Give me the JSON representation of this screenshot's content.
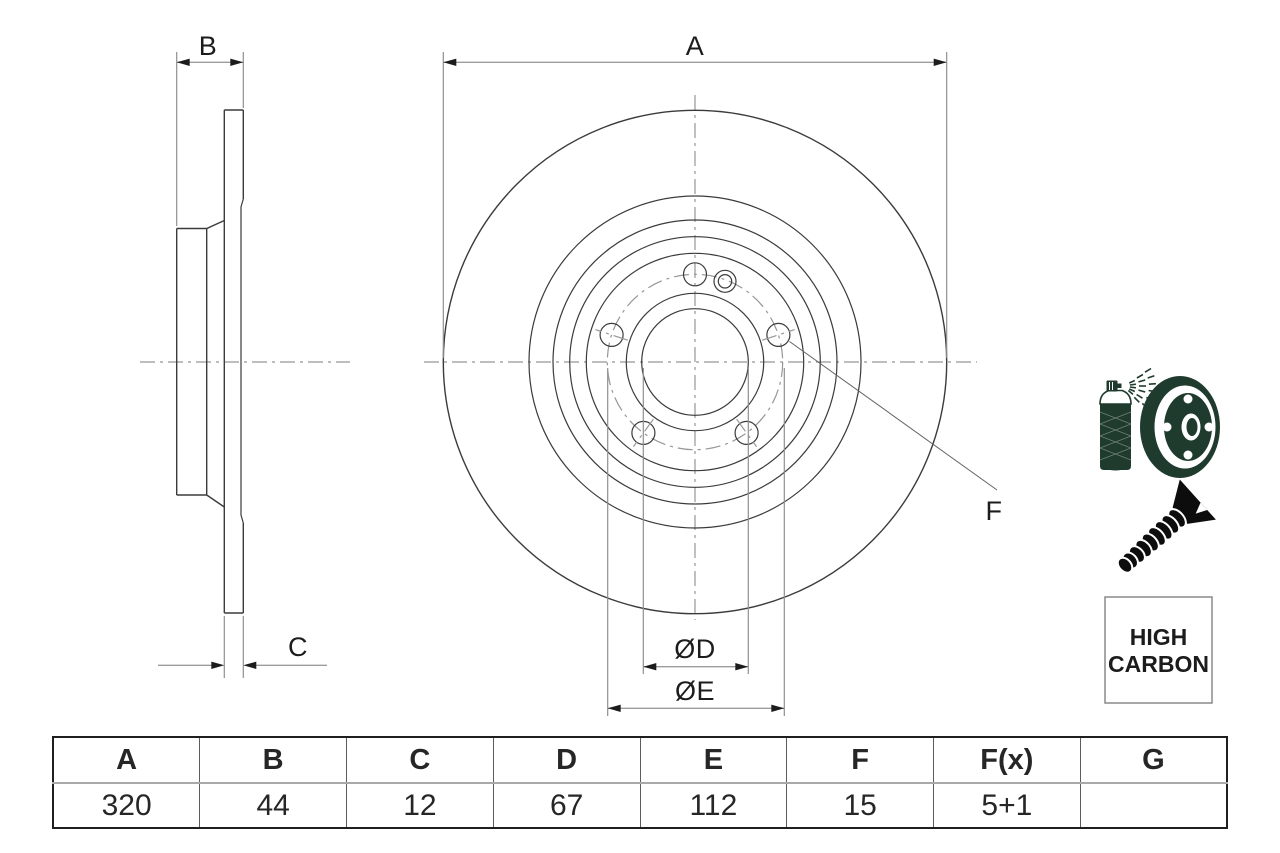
{
  "drawing": {
    "labels": {
      "a": "A",
      "b": "B",
      "c": "C",
      "f": "F",
      "dia_d": "ØD",
      "dia_e": "ØE"
    }
  },
  "icons": {
    "spray_disc": "coated-disc-spray-icon",
    "screw": "countersunk-screw-icon",
    "badge": {
      "line1": "HIGH",
      "line2": "CARBON"
    }
  },
  "colors": {
    "outline": "#3b3b3b",
    "dimension_line": "#9c9c9c",
    "arrowhead": "#1c1c1c",
    "centerline": "#969696",
    "icon_green": "#1f3b2d",
    "icon_black": "#0d0d0d",
    "table_border": "#1f1f1f"
  },
  "table": {
    "headers": [
      "A",
      "B",
      "C",
      "D",
      "E",
      "F",
      "F(x)",
      "G"
    ],
    "values": [
      "320",
      "44",
      "12",
      "67",
      "112",
      "15",
      "5+1",
      ""
    ]
  }
}
